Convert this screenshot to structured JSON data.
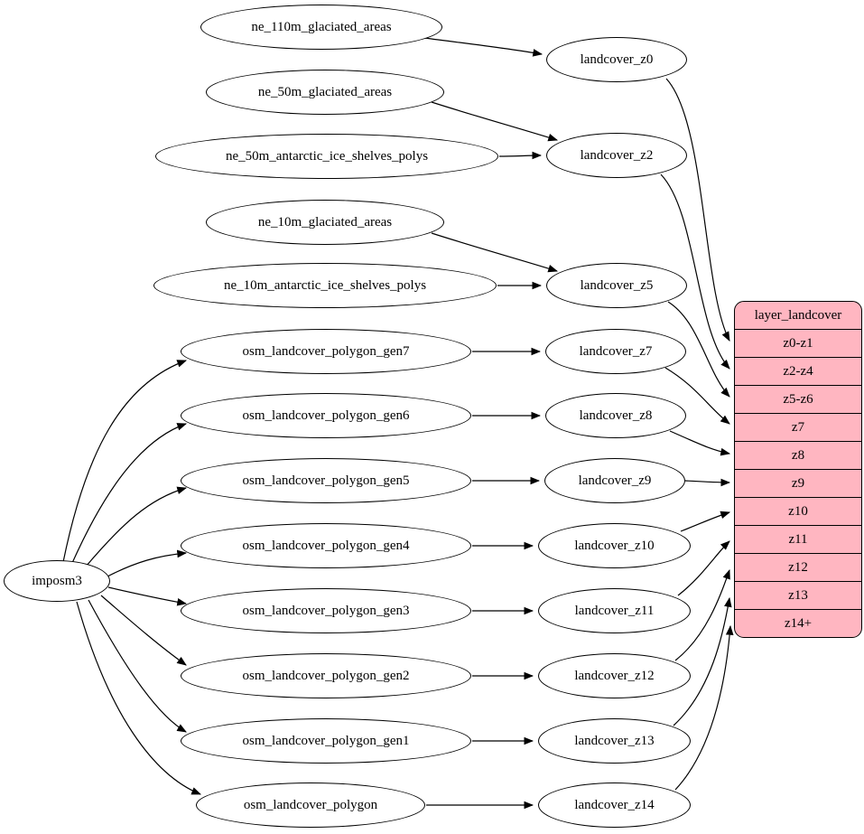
{
  "diagram": {
    "type": "dependency-graph",
    "nodes": {
      "imposm3": "imposm3",
      "ne_110m_glaciated_areas": "ne_110m_glaciated_areas",
      "ne_50m_glaciated_areas": "ne_50m_glaciated_areas",
      "ne_50m_antarctic_ice_shelves_polys": "ne_50m_antarctic_ice_shelves_polys",
      "ne_10m_glaciated_areas": "ne_10m_glaciated_areas",
      "ne_10m_antarctic_ice_shelves_polys": "ne_10m_antarctic_ice_shelves_polys",
      "osm_landcover_polygon_gen7": "osm_landcover_polygon_gen7",
      "osm_landcover_polygon_gen6": "osm_landcover_polygon_gen6",
      "osm_landcover_polygon_gen5": "osm_landcover_polygon_gen5",
      "osm_landcover_polygon_gen4": "osm_landcover_polygon_gen4",
      "osm_landcover_polygon_gen3": "osm_landcover_polygon_gen3",
      "osm_landcover_polygon_gen2": "osm_landcover_polygon_gen2",
      "osm_landcover_polygon_gen1": "osm_landcover_polygon_gen1",
      "osm_landcover_polygon": "osm_landcover_polygon",
      "landcover_z0": "landcover_z0",
      "landcover_z2": "landcover_z2",
      "landcover_z5": "landcover_z5",
      "landcover_z7": "landcover_z7",
      "landcover_z8": "landcover_z8",
      "landcover_z9": "landcover_z9",
      "landcover_z10": "landcover_z10",
      "landcover_z11": "landcover_z11",
      "landcover_z12": "landcover_z12",
      "landcover_z13": "landcover_z13",
      "landcover_z14": "landcover_z14"
    },
    "record": {
      "title": "layer_landcover",
      "rows": [
        "z0-z1",
        "z2-z4",
        "z5-z6",
        "z7",
        "z8",
        "z9",
        "z10",
        "z11",
        "z12",
        "z13",
        "z14+"
      ]
    },
    "edges": [
      [
        "ne_110m_glaciated_areas",
        "landcover_z0"
      ],
      [
        "ne_50m_glaciated_areas",
        "landcover_z2"
      ],
      [
        "ne_50m_antarctic_ice_shelves_polys",
        "landcover_z2"
      ],
      [
        "ne_10m_glaciated_areas",
        "landcover_z5"
      ],
      [
        "ne_10m_antarctic_ice_shelves_polys",
        "landcover_z5"
      ],
      [
        "imposm3",
        "osm_landcover_polygon_gen7"
      ],
      [
        "imposm3",
        "osm_landcover_polygon_gen6"
      ],
      [
        "imposm3",
        "osm_landcover_polygon_gen5"
      ],
      [
        "imposm3",
        "osm_landcover_polygon_gen4"
      ],
      [
        "imposm3",
        "osm_landcover_polygon_gen3"
      ],
      [
        "imposm3",
        "osm_landcover_polygon_gen2"
      ],
      [
        "imposm3",
        "osm_landcover_polygon_gen1"
      ],
      [
        "imposm3",
        "osm_landcover_polygon"
      ],
      [
        "osm_landcover_polygon_gen7",
        "landcover_z7"
      ],
      [
        "osm_landcover_polygon_gen6",
        "landcover_z8"
      ],
      [
        "osm_landcover_polygon_gen5",
        "landcover_z9"
      ],
      [
        "osm_landcover_polygon_gen4",
        "landcover_z10"
      ],
      [
        "osm_landcover_polygon_gen3",
        "landcover_z11"
      ],
      [
        "osm_landcover_polygon_gen2",
        "landcover_z12"
      ],
      [
        "osm_landcover_polygon_gen1",
        "landcover_z13"
      ],
      [
        "osm_landcover_polygon",
        "landcover_z14"
      ],
      [
        "landcover_z0",
        "layer_landcover.z0-z1"
      ],
      [
        "landcover_z2",
        "layer_landcover.z2-z4"
      ],
      [
        "landcover_z5",
        "layer_landcover.z5-z6"
      ],
      [
        "landcover_z7",
        "layer_landcover.z7"
      ],
      [
        "landcover_z8",
        "layer_landcover.z8"
      ],
      [
        "landcover_z9",
        "layer_landcover.z9"
      ],
      [
        "landcover_z10",
        "layer_landcover.z10"
      ],
      [
        "landcover_z11",
        "layer_landcover.z11"
      ],
      [
        "landcover_z12",
        "layer_landcover.z12"
      ],
      [
        "landcover_z13",
        "layer_landcover.z13"
      ],
      [
        "landcover_z14",
        "layer_landcover.z14+"
      ]
    ],
    "colors": {
      "record_fill": "#ffb6c1",
      "node_fill": "#ffffff",
      "stroke": "#000000",
      "background": "#ffffff"
    }
  }
}
